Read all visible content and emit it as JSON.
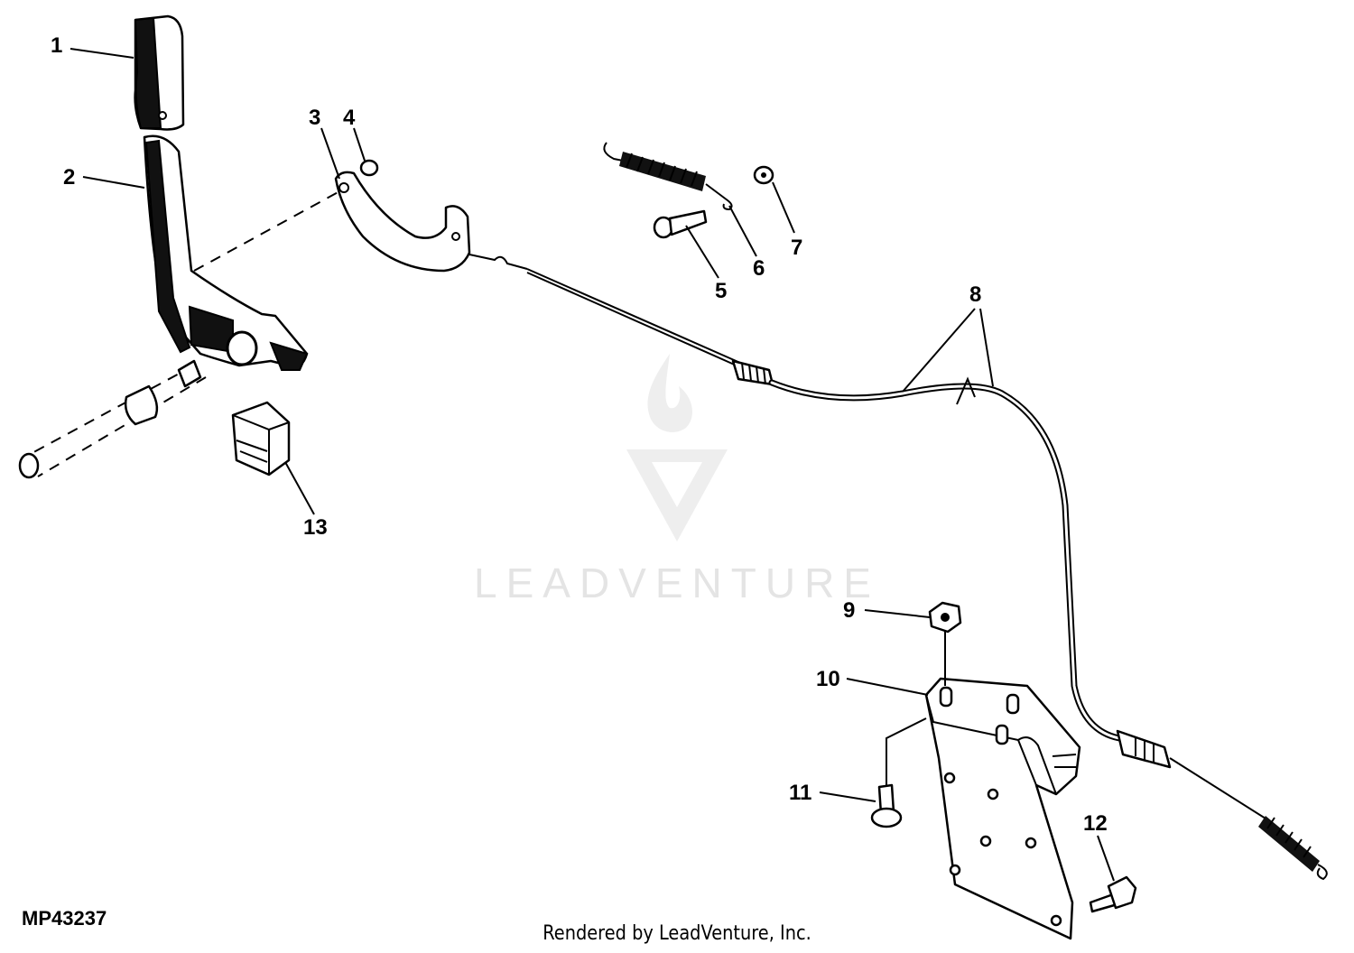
{
  "diagram": {
    "id_label": "MP43237",
    "footer": "Rendered by LeadVenture, Inc.",
    "watermark": "LEADVENTURE",
    "callouts": [
      "1",
      "2",
      "3",
      "4",
      "5",
      "6",
      "7",
      "8",
      "9",
      "10",
      "11",
      "12",
      "13"
    ]
  }
}
